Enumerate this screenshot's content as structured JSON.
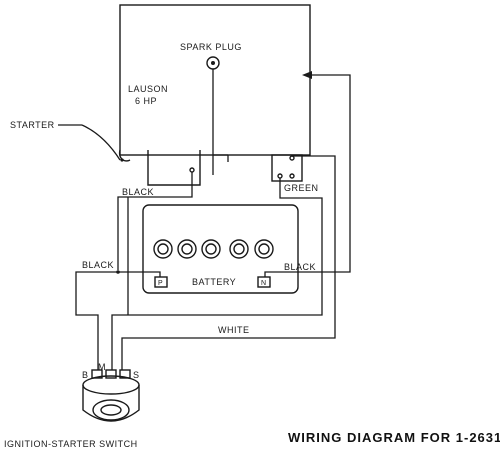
{
  "engine": {
    "name_line1": "LAUSON",
    "name_line2": "6 HP"
  },
  "labels": {
    "spark_plug": "SPARK PLUG",
    "starter": "STARTER",
    "black_top": "BLACK",
    "green": "GREEN",
    "black_left": "BLACK",
    "black_right": "BLACK",
    "battery": "BATTERY",
    "white": "WHITE",
    "switch_b": "B",
    "switch_m": "M",
    "switch_s": "S",
    "switch": "IGNITION-STARTER SWITCH"
  },
  "battery": {
    "terminal_pos": "P",
    "terminal_neg": "N",
    "cell_count": 5
  },
  "title": "WIRING DIAGRAM FOR 1-2631"
}
